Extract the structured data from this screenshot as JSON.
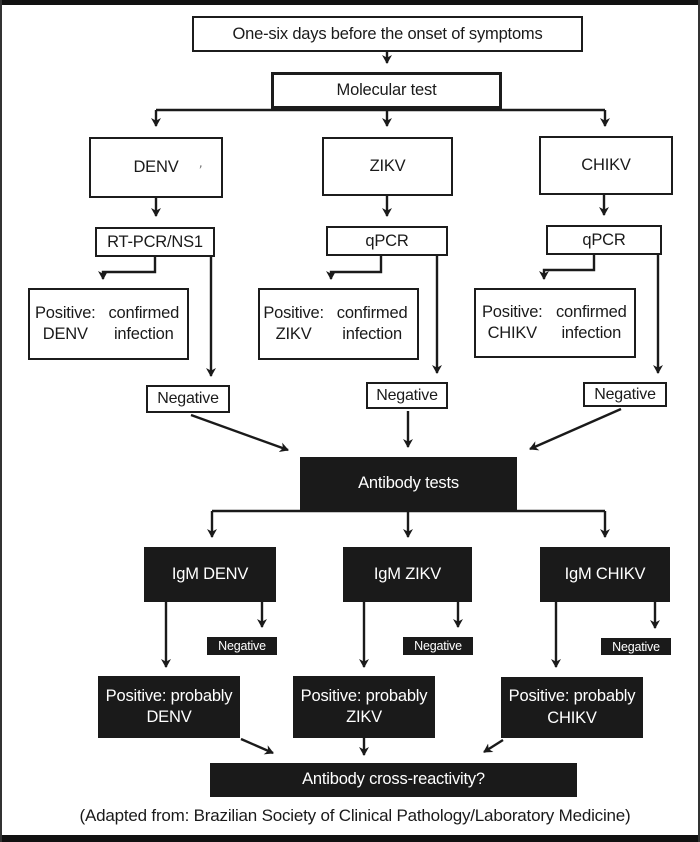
{
  "diagram": {
    "title": "One-six days before the onset of symptoms",
    "molecular_test": "Molecular test",
    "antibody_tests": "Antibody tests",
    "cross_reactivity": "Antibody cross-reactivity?",
    "negative_label": "Negative",
    "caption": "(Adapted from: Brazilian Society of Clinical Pathology/Laboratory Medicine)",
    "stray_mark": ",",
    "colors": {
      "box_black": "#1a1a1a",
      "line": "#1a1a1a",
      "background": "#ffffff"
    },
    "columns": [
      {
        "virus": "DENV",
        "test": "RT-PCR/NS1",
        "confirmed_line1": "Positive: DENV",
        "confirmed_line2": "confirmed infection",
        "igm": "IgM DENV",
        "probable_line1": "Positive: probably",
        "probable_line2": "DENV"
      },
      {
        "virus": "ZIKV",
        "test": "qPCR",
        "confirmed_line1": "Positive: ZIKV",
        "confirmed_line2": "confirmed infection",
        "igm": "IgM ZIKV",
        "probable_line1": "Positive: probably",
        "probable_line2": "ZIKV"
      },
      {
        "virus": "CHIKV",
        "test": "qPCR",
        "confirmed_line1": "Positive: CHIKV",
        "confirmed_line2": "confirmed infection",
        "igm": "IgM CHIKV",
        "probable_line1": "Positive: probably",
        "probable_line2": "CHIKV"
      }
    ]
  }
}
